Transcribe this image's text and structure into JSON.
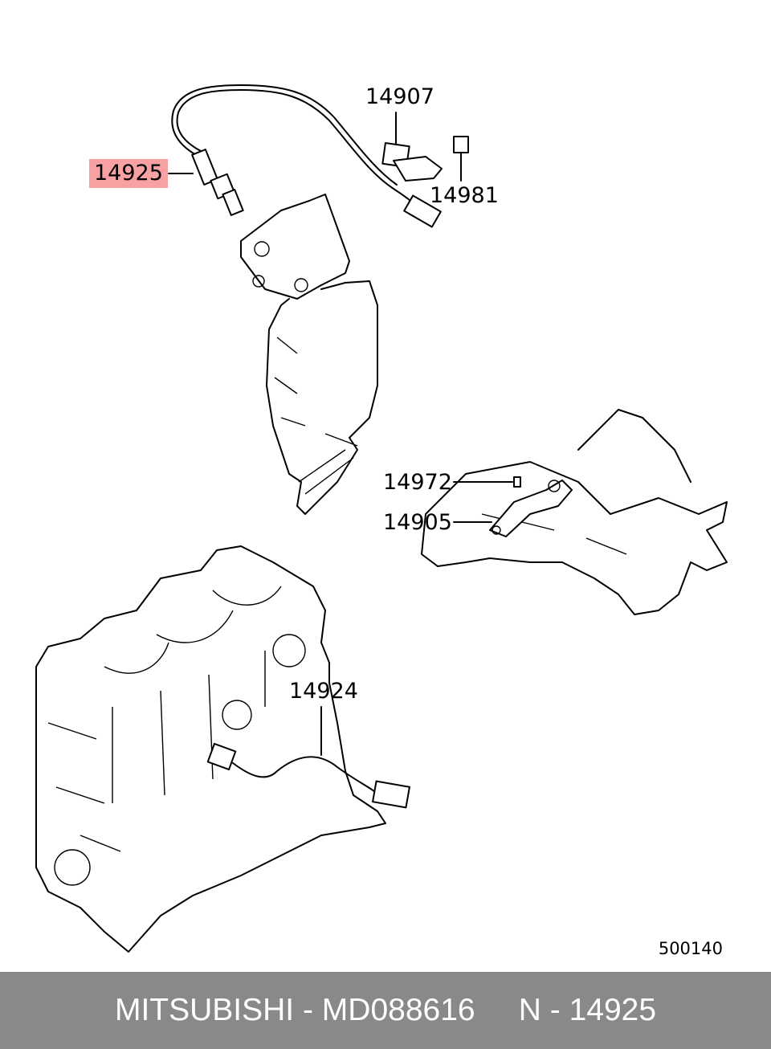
{
  "diagram": {
    "callouts": {
      "c14925": "14925",
      "c14907": "14907",
      "c14981": "14981",
      "c14972": "14972",
      "c14905": "14905",
      "c14924": "14924"
    },
    "highlighted_part": "14925",
    "highlight_color": "#f7a1a3",
    "reference_code": "500140"
  },
  "footer": {
    "brand": "MITSUBISHI",
    "part_number": "MD088616",
    "callout": "N - 14925",
    "text": "MITSUBISHI - MD088616     N - 14925",
    "background": "#898989"
  }
}
